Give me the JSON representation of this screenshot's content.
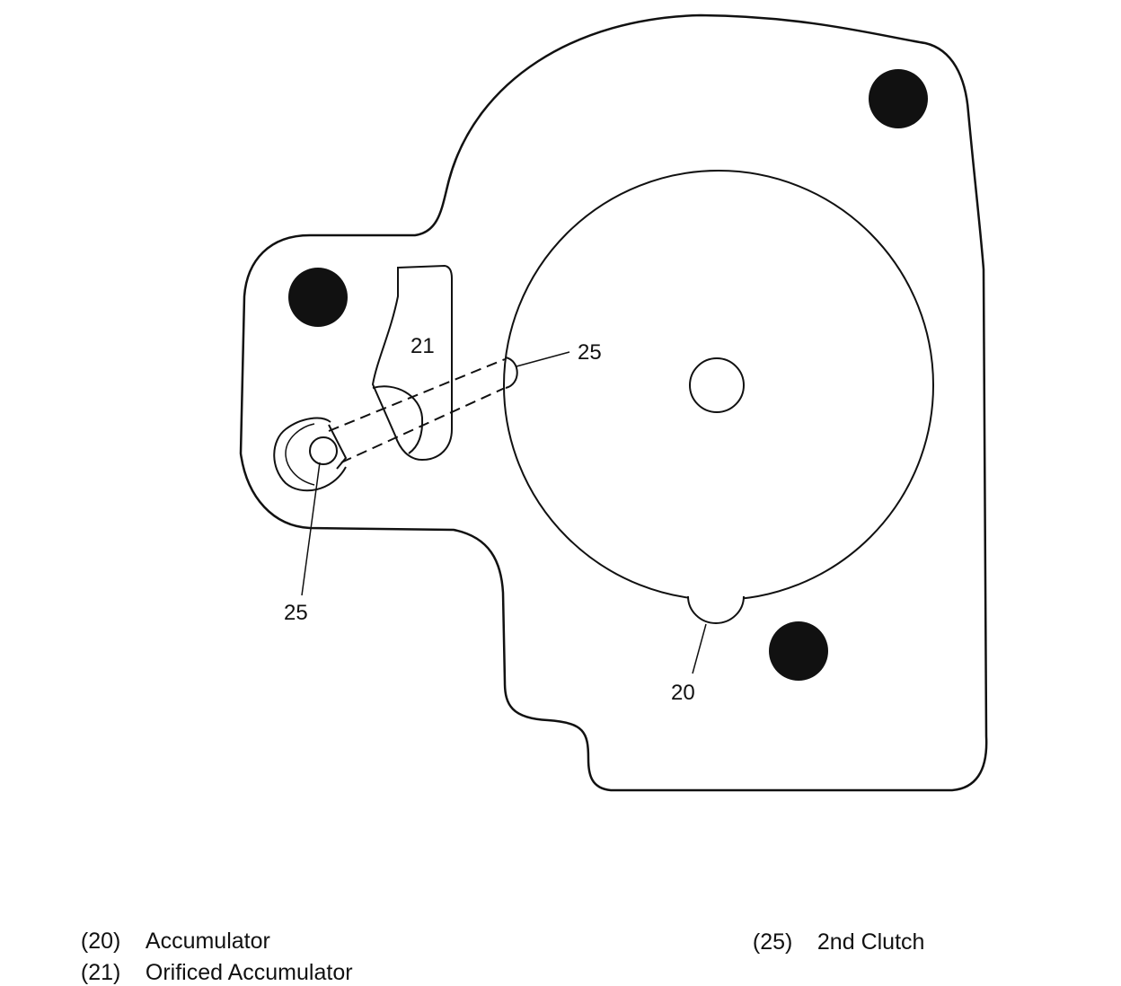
{
  "diagram": {
    "callouts": {
      "c21": "21",
      "c25_upper": "25",
      "c25_lower": "25",
      "c20": "20"
    }
  },
  "legend": {
    "items": [
      {
        "num": "(20)",
        "label": "Accumulator"
      },
      {
        "num": "(21)",
        "label": "Orificed Accumulator"
      },
      {
        "num": "(25)",
        "label": "2nd Clutch"
      }
    ]
  },
  "colors": {
    "line": "#111111",
    "fill": "#111111",
    "background": "#ffffff"
  }
}
